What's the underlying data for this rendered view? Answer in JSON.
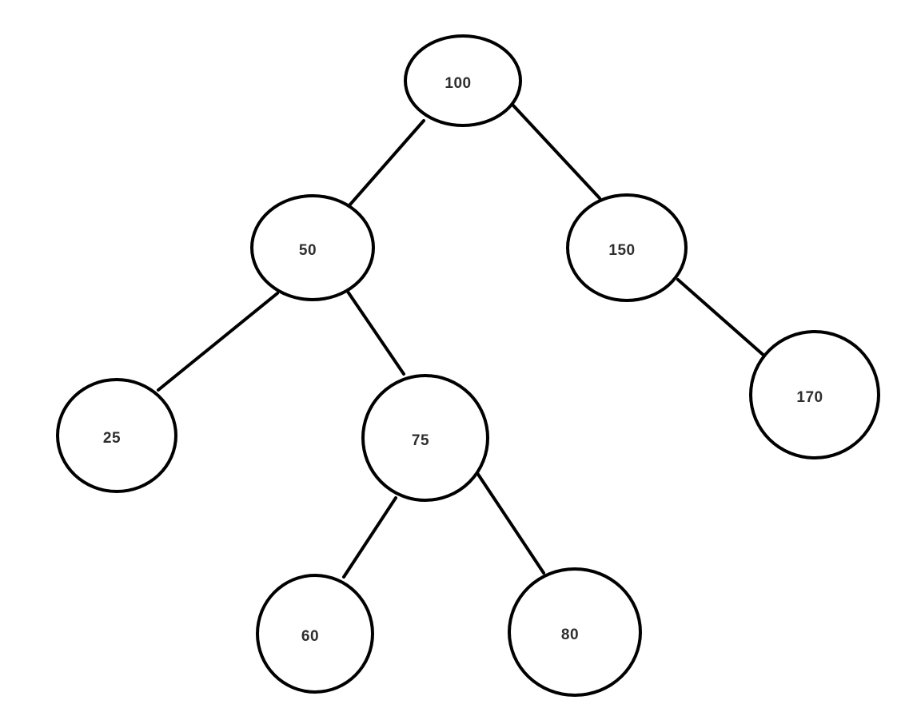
{
  "diagram": {
    "type": "binary-search-tree",
    "background_color": "#ffffff",
    "node_stroke_color": "#000000",
    "edge_color": "#000000",
    "label_color": "#2e2e2e",
    "nodes": {
      "n100": {
        "value": "100"
      },
      "n50": {
        "value": "50"
      },
      "n150": {
        "value": "150"
      },
      "n25": {
        "value": "25"
      },
      "n75": {
        "value": "75"
      },
      "n170": {
        "value": "170"
      },
      "n60": {
        "value": "60"
      },
      "n80": {
        "value": "80"
      }
    },
    "edges": [
      {
        "from": "100",
        "to": "50"
      },
      {
        "from": "100",
        "to": "150"
      },
      {
        "from": "50",
        "to": "25"
      },
      {
        "from": "50",
        "to": "75"
      },
      {
        "from": "150",
        "to": "170"
      },
      {
        "from": "75",
        "to": "60"
      },
      {
        "from": "75",
        "to": "80"
      }
    ],
    "tree": {
      "value": 100,
      "left": {
        "value": 50,
        "left": {
          "value": 25
        },
        "right": {
          "value": 75,
          "left": {
            "value": 60
          },
          "right": {
            "value": 80
          }
        }
      },
      "right": {
        "value": 150,
        "right": {
          "value": 170
        }
      }
    }
  }
}
